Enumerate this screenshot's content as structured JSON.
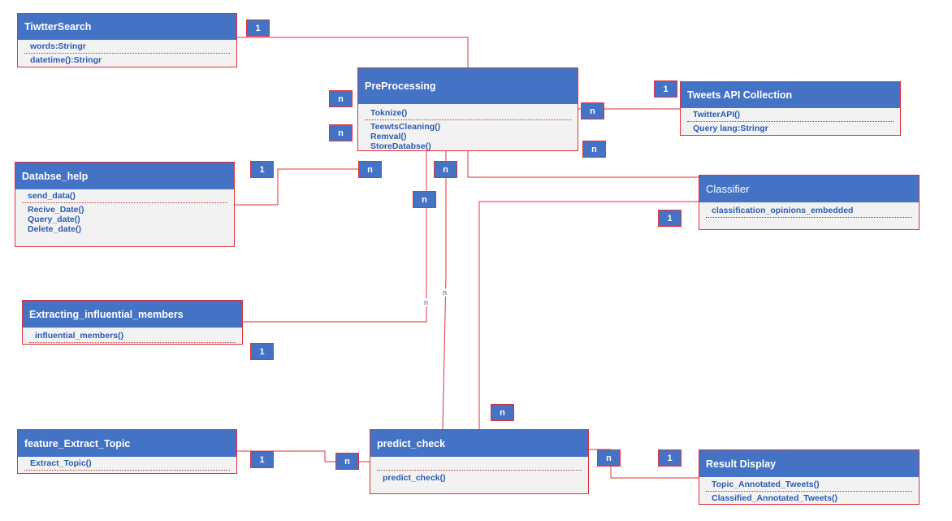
{
  "classes": {
    "twitter_search": {
      "title": "TiwtterSearch",
      "rows": [
        "words:Stringr",
        "datetime():Stringr"
      ]
    },
    "preprocessing": {
      "title": "PreProcessing",
      "rows": [
        "Toknize()",
        "TeewtsCleaning()",
        "Remval()",
        "StoreDatabse()"
      ]
    },
    "tweets_api": {
      "title": "Tweets API Collection",
      "rows": [
        "TwitterAPI()",
        "Query lang:Stringr"
      ]
    },
    "database_help": {
      "title": "Databse_help",
      "rows": [
        "send_data()",
        "Recive_Date()",
        "Query_date()",
        "Delete_date()"
      ]
    },
    "classifier": {
      "title": "Classifier",
      "rows": [
        "classification_opinions_embedded"
      ]
    },
    "influential": {
      "title": "Extracting_influential_members",
      "rows": [
        "influential_members()"
      ]
    },
    "feature_topic": {
      "title": "feature_Extract_Topic",
      "rows": [
        "Extract_Topic()"
      ]
    },
    "predict_check": {
      "title": "predict_check",
      "rows": [
        "predict_check()"
      ]
    },
    "result_display": {
      "title": "Result Display",
      "rows": [
        "Topic_Annotated_Tweets()",
        "Classified_Annotated_Tweets()"
      ]
    }
  },
  "multiplicity": {
    "one": "1",
    "many": "n"
  },
  "colors": {
    "header": "#4472c4",
    "border": "#e0303a",
    "body": "#f2f2f2",
    "text": "#2b5bb5"
  }
}
